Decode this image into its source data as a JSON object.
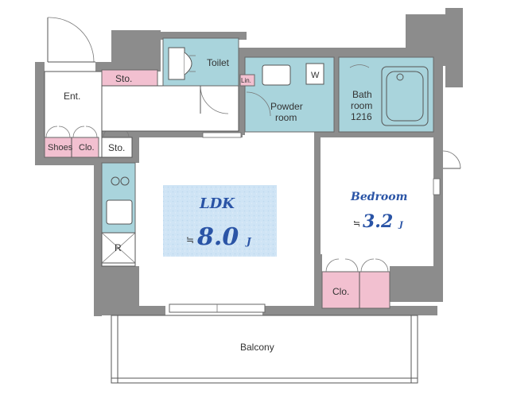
{
  "rooms": {
    "entrance": "Ent.",
    "storage_top": "Sto.",
    "storage_bottom": "Sto.",
    "shoes": "Shoes",
    "shoes_closet": "Clo.",
    "toilet": "Toilet",
    "linen": "Lin.",
    "washer": "W",
    "powder_room": [
      "Powder",
      "room"
    ],
    "bathroom": [
      "Bath",
      "room",
      "1216"
    ],
    "ldk": "LDK",
    "ldk_size_prefix": "≒",
    "ldk_size": "8.0",
    "ldk_unit": "J",
    "bedroom": "Bedroom",
    "bedroom_size_prefix": "≒",
    "bedroom_size": "3.2",
    "bedroom_unit": "J",
    "closet": "Clo.",
    "fridge": "R",
    "balcony": "Balcony"
  },
  "colors": {
    "wall": "#8c8c8c",
    "wet_area": "#a9d4dc",
    "storage": "#f2c0d0",
    "highlight": "#cfe4f5",
    "label": "#2a54a6"
  }
}
